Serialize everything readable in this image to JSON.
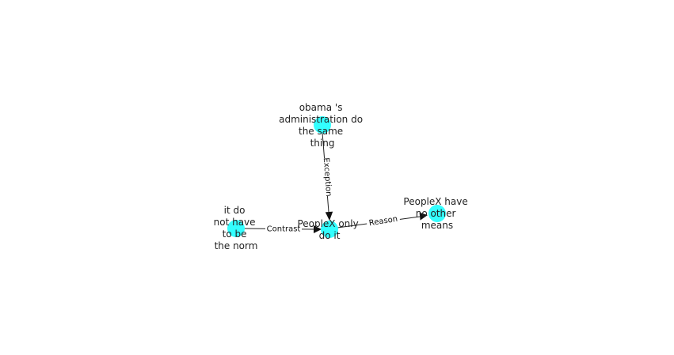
{
  "diagram": {
    "node_color": "#33ffff",
    "edge_color": "#222222",
    "nodes": [
      {
        "id": "n_obama",
        "lines": [
          "obama 's",
          "administration do",
          "the same",
          "thing"
        ]
      },
      {
        "id": "n_peoplex_only",
        "lines": [
          "PeopleX only",
          "do it"
        ]
      },
      {
        "id": "n_norm",
        "lines": [
          "it do",
          "not have",
          "to be",
          "the norm"
        ]
      },
      {
        "id": "n_other_means",
        "lines": [
          "PeopleX have",
          "no other",
          "means"
        ]
      }
    ],
    "edges": [
      {
        "from": "n_obama",
        "to": "n_peoplex_only",
        "label": "Exception"
      },
      {
        "from": "n_norm",
        "to": "n_peoplex_only",
        "label": "Contrast"
      },
      {
        "from": "n_peoplex_only",
        "to": "n_other_means",
        "label": "Reason"
      }
    ]
  }
}
